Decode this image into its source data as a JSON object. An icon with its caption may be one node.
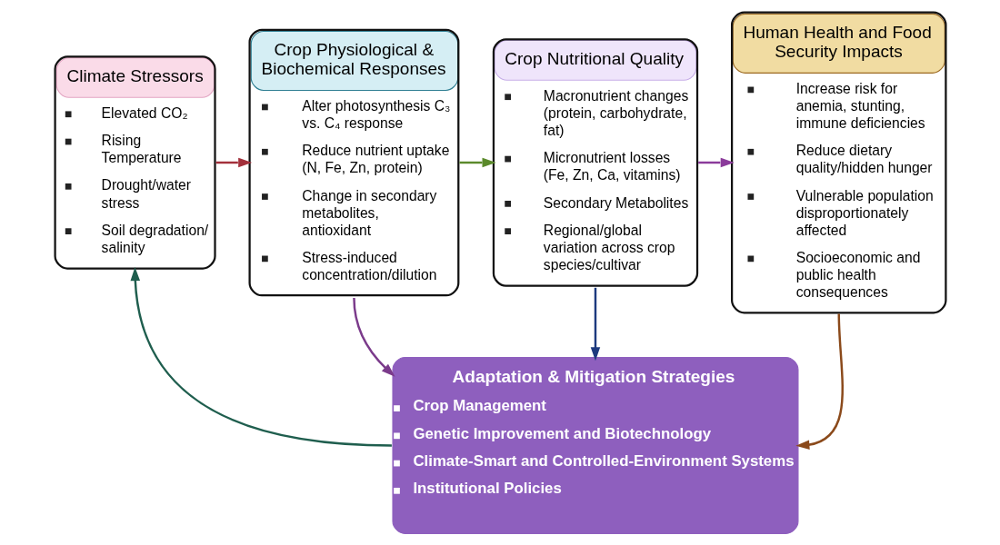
{
  "diagram": {
    "nodes": [
      {
        "text": [
          "Climate Stressors",
          "Elevated CO₂",
          "Rising Temperature",
          "Drought/water stress",
          "Soil degradation/ salinity"
        ]
      },
      {
        "text": [
          "Crop Physiological & Biochemical Responses",
          "Alter photosynthesis C₃ vs. C₄ response",
          "Reduce nutrient uptake (N, Fe, Zn, protein)",
          "Change in secondary metabolites, antioxidant",
          "Stress-induced concentration/dilution"
        ]
      },
      {
        "text": [
          "Crop Nutritional Quality",
          "Macronutrient changes (protein, carbohydrate, fat)",
          "Micronutrient losses (Fe, Zn, Ca, vitamins)",
          "Secondary Metabolites",
          "Regional/global variation across crop species/cultivar"
        ]
      },
      {
        "text": [
          "Human Health and Food Security Impacts",
          "Increase risk for anemia, stunting, immune deficiencies",
          "Reduce dietary quality/hidden hunger",
          "Vulnerable population disproportionately affected",
          "Socioeconomic and public health consequences"
        ]
      },
      {
        "text": [
          "Adaptation & Mitigation Strategies",
          "Crop Management",
          "Genetic Improvement and Biotechnology",
          "Climate-Smart and Controlled-Environment Systems",
          "Institutional Policies"
        ]
      }
    ],
    "edges": [
      {
        "from": 0,
        "to": 1,
        "arrow": "to",
        "color": "#a3303b"
      },
      {
        "from": 1,
        "to": 2,
        "arrow": "to",
        "color": "#5b8a2b"
      },
      {
        "from": 2,
        "to": 3,
        "arrow": "to",
        "color": "#8b3b9b"
      },
      {
        "from": 1,
        "to": 4,
        "arrow": "to",
        "color": "#7b3b8b"
      },
      {
        "from": 2,
        "to": 4,
        "arrow": "to",
        "color": "#1d3a7e"
      },
      {
        "from": 3,
        "to": 4,
        "arrow": "to",
        "color": "#8b4a1b"
      },
      {
        "from": 4,
        "to": 0,
        "arrow": "to",
        "color": "#1f5e4e"
      }
    ]
  }
}
